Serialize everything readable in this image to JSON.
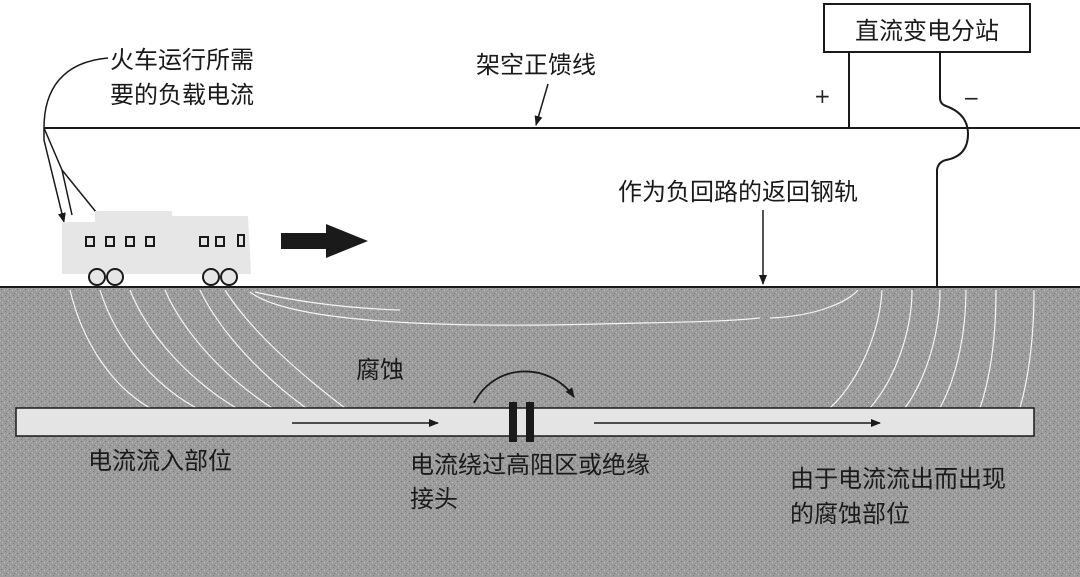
{
  "labels": {
    "substation": "直流变电分站",
    "load_current_line1": "火车运行所需",
    "load_current_line2": "要的负载电流",
    "overhead_feeder": "架空正馈线",
    "return_rail": "作为负回路的返回钢轨",
    "corrosion": "腐蚀",
    "current_entry": "电流流入部位",
    "bypass_line1": "电流绕过高阻区或绝缘",
    "bypass_line2": "接头",
    "corrosion_exit_line1": "由于电流流出而出现",
    "corrosion_exit_line2": "的腐蚀部位",
    "plus": "+",
    "minus": "−"
  },
  "colors": {
    "ground": "#9a9a9a",
    "pipe": "#e4e4e4",
    "train": "#e6e6e6",
    "line": "#1a1a1a",
    "stray_current": "#ffffff"
  }
}
